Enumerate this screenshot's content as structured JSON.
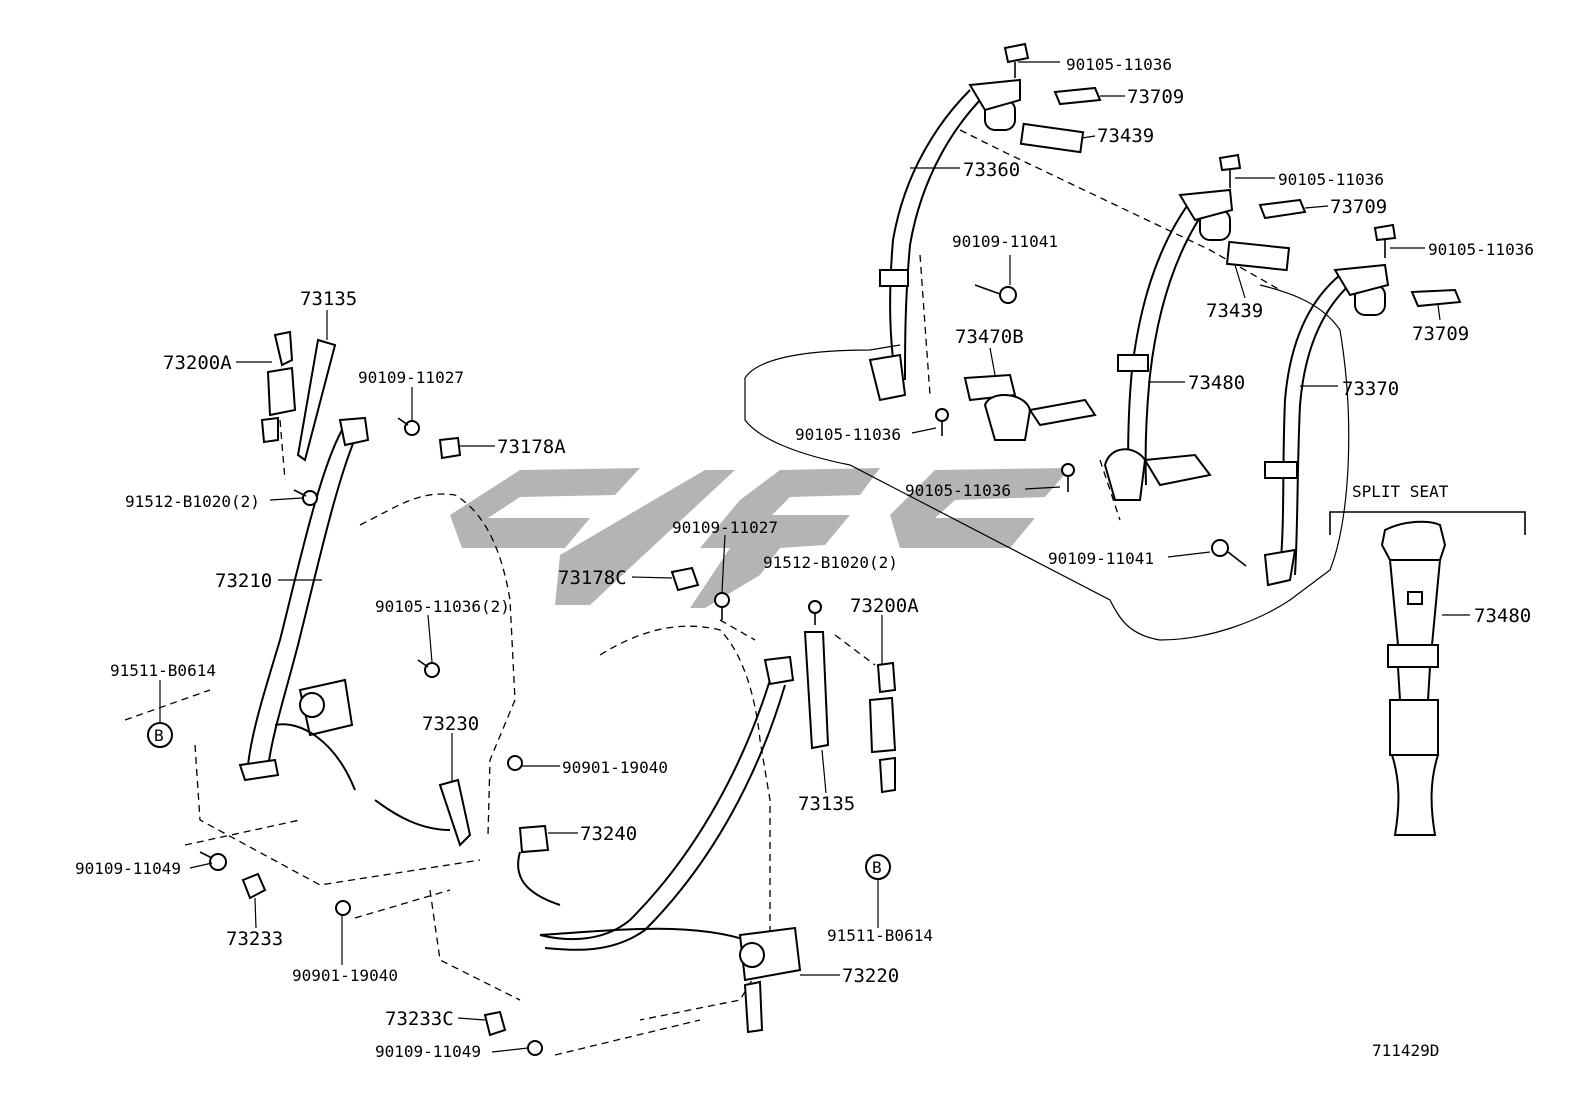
{
  "labels": {
    "p90105_11036_a": "90105-11036",
    "p73709_a": "73709",
    "p73439_a": "73439",
    "p73360": "73360",
    "p90105_11036_b": "90105-11036",
    "p73709_b": "73709",
    "p90105_11036_c": "90105-11036",
    "p90109_11041_a": "90109-11041",
    "p73439_b": "73439",
    "p73709_c": "73709",
    "p73470b": "73470B",
    "p73480_a": "73480",
    "p73370": "73370",
    "p90105_11036_d": "90105-11036",
    "p90105_11036_e": "90105-11036",
    "split_seat": "SPLIT SEAT",
    "p90109_11041_b": "90109-11041",
    "p73480_b": "73480",
    "p73135_a": "73135",
    "p73200a_a": "73200A",
    "p90109_11027_a": "90109-11027",
    "p73178a": "73178A",
    "p91512_b1020_a": "91512-B1020(2)",
    "p73210": "73210",
    "p90109_11027_b": "90109-11027",
    "p73178c": "73178C",
    "p91512_b1020_b": "91512-B1020(2)",
    "p90105_11036_2": "90105-11036(2)",
    "p73200a_b": "73200A",
    "p91511_b0614_a": "91511-B0614",
    "ref_b_a": "B",
    "p73230": "73230",
    "p90901_19040_a": "90901-19040",
    "p73135_b": "73135",
    "p73240": "73240",
    "p90109_11049_a": "90109-11049",
    "p73233": "73233",
    "ref_b_b": "B",
    "p91511_b0614_b": "91511-B0614",
    "p90901_19040_b": "90901-19040",
    "p73220": "73220",
    "p73233c": "73233C",
    "p90109_11049_b": "90109-11049",
    "drawing_no": "711429D"
  }
}
